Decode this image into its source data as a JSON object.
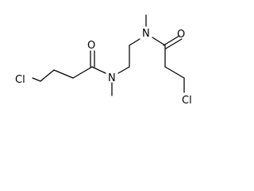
{
  "molecule": {
    "atoms": {
      "cl_left": "Cl",
      "o_left": "O",
      "n_left": "N",
      "n_right": "N",
      "o_right": "O",
      "cl_right": "Cl"
    }
  },
  "colors": {
    "bond": "#000000",
    "label": "#000000",
    "background": "#ffffff"
  }
}
